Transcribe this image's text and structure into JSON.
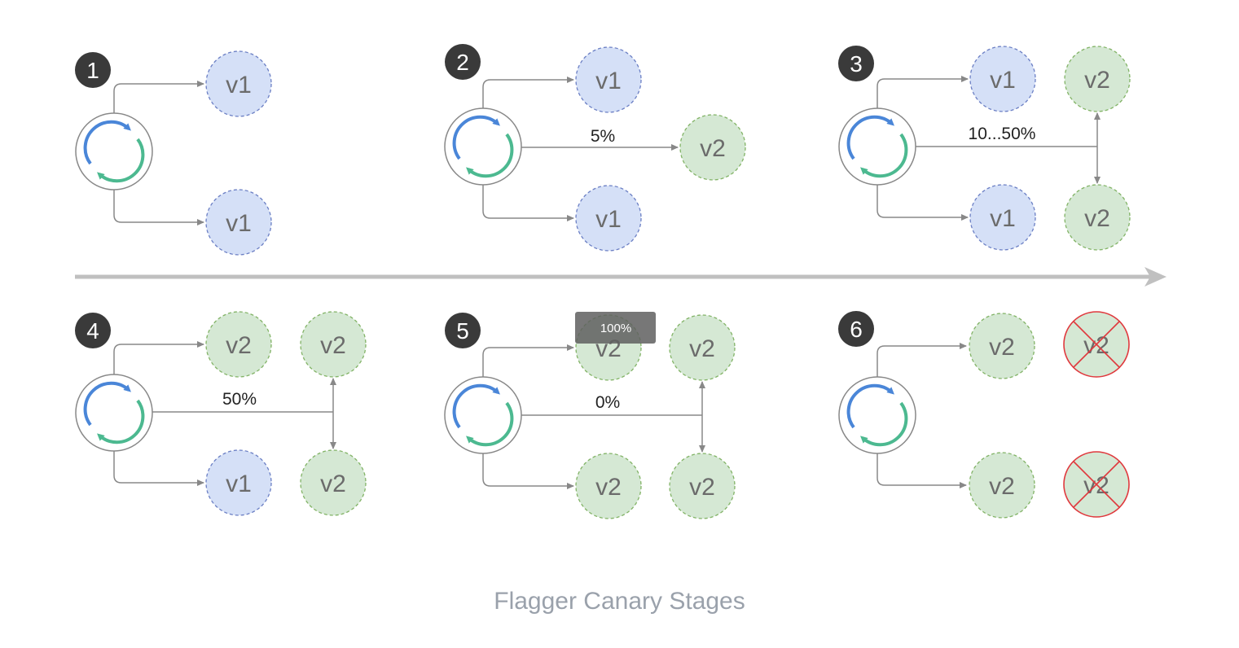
{
  "caption": "Flagger Canary Stages",
  "colors": {
    "v1_fill": "#d5e0f7",
    "v1_stroke": "#6b7fc4",
    "v2_fill": "#d5e8d4",
    "v2_stroke": "#82b366",
    "removed_stroke": "#e0393e",
    "connector": "#888888",
    "timeline_arrow": "#c0c0c0",
    "badge_fill": "#3a3a3a",
    "sync_blue": "#4a86d8",
    "sync_green": "#4cb990"
  },
  "stages": [
    {
      "number": "1",
      "top_target": "v1",
      "bottom_target": "v1"
    },
    {
      "number": "2",
      "top_target": "v1",
      "bottom_target": "v1",
      "canary_target": "v2",
      "traffic_label": "5%"
    },
    {
      "number": "3",
      "top_target": "v1",
      "bottom_target": "v1",
      "canary_top": "v2",
      "canary_bottom": "v2",
      "traffic_label": "10...50%"
    },
    {
      "number": "4",
      "top_target": "v2",
      "bottom_target": "v1",
      "canary_top": "v2",
      "canary_bottom": "v2",
      "traffic_label": "50%"
    },
    {
      "number": "5",
      "top_target": "v2",
      "bottom_target": "v2",
      "canary_top": "v2",
      "canary_bottom": "v2",
      "traffic_label": "0%",
      "tooltip": "100%"
    },
    {
      "number": "6",
      "top_target": "v2",
      "bottom_target": "v2",
      "removed_top": "v2",
      "removed_bottom": "v2"
    }
  ]
}
